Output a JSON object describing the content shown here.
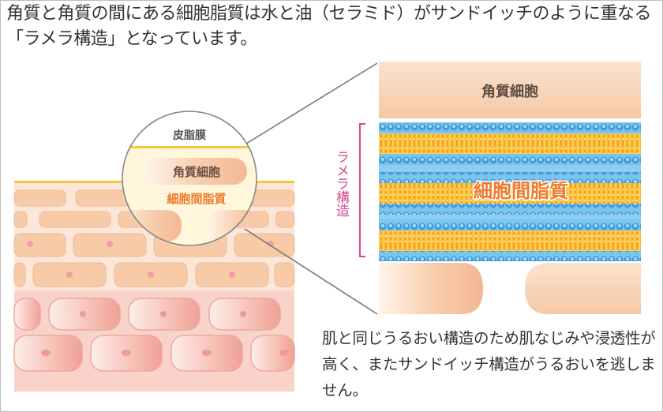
{
  "intro_text": "角質と角質の間にある細胞脂質は水と油（セラミド）がサンドイッチのように重なる「ラメラ構造」となっています。",
  "diagram": {
    "sebum_label": "皮脂膜",
    "corneocyte_label": "角質細胞",
    "intercellular_lipid_label": "細胞間脂質",
    "lamella_label": "ラメラ構造",
    "zoom_corneocyte_label": "角質細胞",
    "zoom_lipid_label": "細胞間脂質",
    "colors": {
      "corneocyte": "#f7cfac",
      "lipid_orange": "#f8b133",
      "water_blue": "#4aa8e0",
      "lamella_pink": "#d9488f",
      "lipid_text": "#f07a2a",
      "skin_pink": "#f9cfc6"
    }
  },
  "caption_text": "肌と同じうるおい構造のため肌なじみや浸透性が高く、またサンドイッチ構造がうるおいを逃しません。"
}
